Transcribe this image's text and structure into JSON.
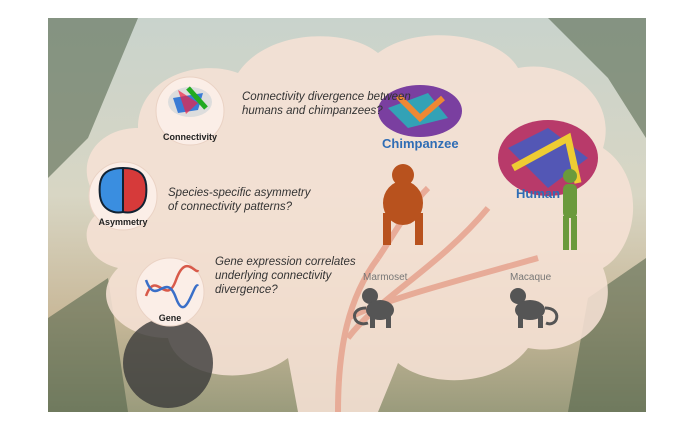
{
  "questions": [
    {
      "label": "Connectivity",
      "text": "Connectivity divergence between humans and chimpanzees?"
    },
    {
      "label": "Asymmetry",
      "text": "Species-specific asymmetry of connectivity patterns?"
    },
    {
      "label": "Gene",
      "text": "Gene expression correlates underlying connectivity divergence?"
    }
  ],
  "species": {
    "chimp": "Chimpanzee",
    "human": "Human",
    "marmoset": "Marmoset",
    "macaque": "Macaque"
  },
  "colors": {
    "accent": "#2f6db5",
    "cloud": "#f6e1d5",
    "tree": "#e7a692",
    "chimp": "#b8521e",
    "human": "#6a9a3c"
  }
}
